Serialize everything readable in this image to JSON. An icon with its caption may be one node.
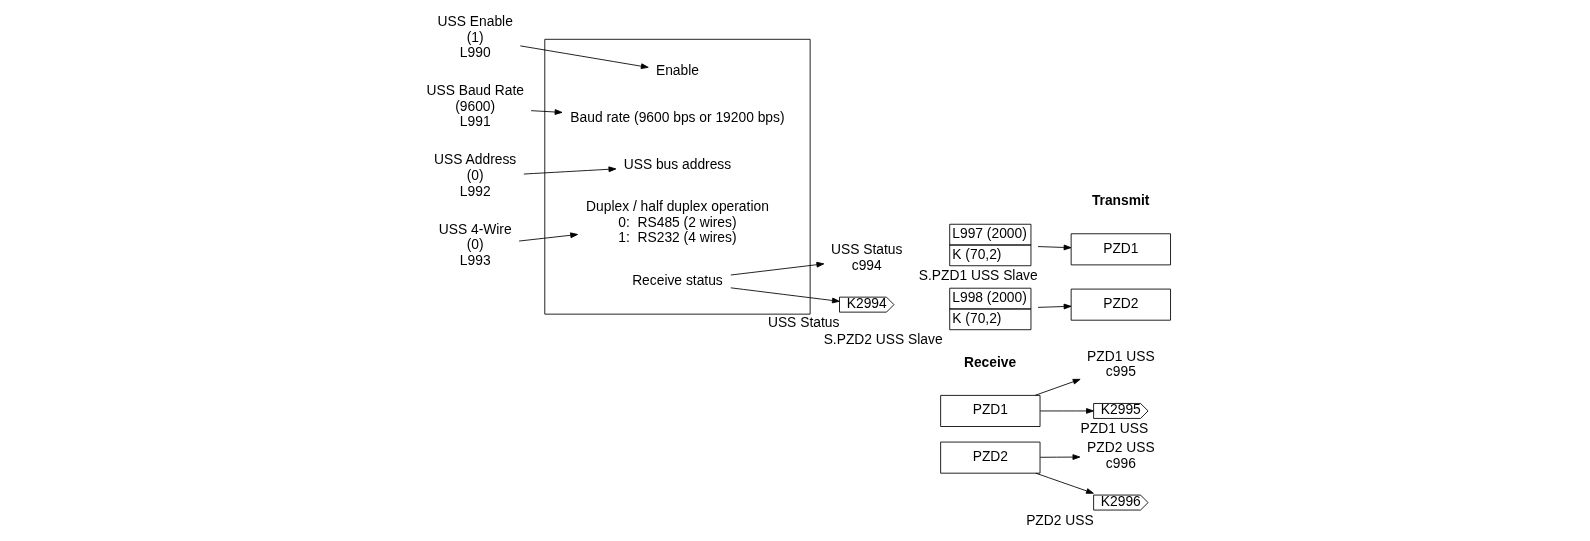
{
  "diagram": {
    "nodes": [
      {
        "text": [],
        "shape": "box"
      },
      {
        "text": [
          "USS Enable",
          "(1)",
          "L990"
        ]
      },
      {
        "text": [
          "USS Baud Rate",
          "(9600)",
          "L991"
        ]
      },
      {
        "text": [
          "USS Address",
          "(0)",
          "L992"
        ]
      },
      {
        "text": [
          "USS 4-Wire",
          "(0)",
          "L993"
        ]
      },
      {
        "text": [
          "Enable"
        ],
        "in": 0
      },
      {
        "text": [
          "Baud rate (9600 bps or 19200 bps)"
        ],
        "in": 0
      },
      {
        "text": [
          "USS bus address"
        ],
        "in": 0
      },
      {
        "text": [
          "Duplex / half duplex operation",
          "0:  RS485 (2 wires)",
          "1:  RS232 (4 wires)"
        ],
        "in": 0
      },
      {
        "text": [
          "Receive status"
        ],
        "in": 0
      },
      {
        "text": [
          "USS Status",
          "c994"
        ]
      },
      {
        "text": [
          "K2994"
        ],
        "beside": [
          "USS Status"
        ]
      },
      {
        "text": [
          "PZD1"
        ]
      },
      {
        "text": [
          "PZD2"
        ]
      },
      {
        "text": [
          "PZD1 USS",
          "c995"
        ]
      },
      {
        "text": [
          "PZD2 USS",
          "c996"
        ]
      },
      {
        "text": [
          "K2995"
        ],
        "beside": [
          "PZD1 USS"
        ]
      },
      {
        "text": [
          "K2996"
        ],
        "beside": [
          "PZD2 USS"
        ]
      },
      {
        "text": [
          "L997 (2000)",
          "K (70,2)"
        ],
        "beside": [
          "S.PZD1 USS Slave"
        ]
      },
      {
        "text": [
          "L998 (2000)",
          "K (70,2)"
        ],
        "beside": [
          "S.PZD2 USS Slave"
        ]
      },
      {
        "text": [
          "PZD1"
        ]
      },
      {
        "text": [
          "PZD2"
        ]
      }
    ],
    "edges": [
      {
        "from": 1,
        "to": 5,
        "arrow": "to"
      },
      {
        "from": 2,
        "to": 6,
        "arrow": "to"
      },
      {
        "from": 3,
        "to": 7,
        "arrow": "to"
      },
      {
        "from": 4,
        "to": 8,
        "arrow": "to"
      },
      {
        "from": 9,
        "to": 10,
        "arrow": "to"
      },
      {
        "from": 9,
        "to": 11,
        "arrow": "to"
      },
      {
        "from": 12,
        "to": 14,
        "arrow": "to"
      },
      {
        "from": 12,
        "to": 16,
        "arrow": "to"
      },
      {
        "from": 13,
        "to": 15,
        "arrow": "to"
      },
      {
        "from": 13,
        "to": 17,
        "arrow": "to"
      },
      {
        "from": 18,
        "to": 20,
        "arrow": "to"
      },
      {
        "from": 19,
        "to": 21,
        "arrow": "to"
      }
    ],
    "labels": [
      "Receive",
      "Transmit"
    ]
  }
}
